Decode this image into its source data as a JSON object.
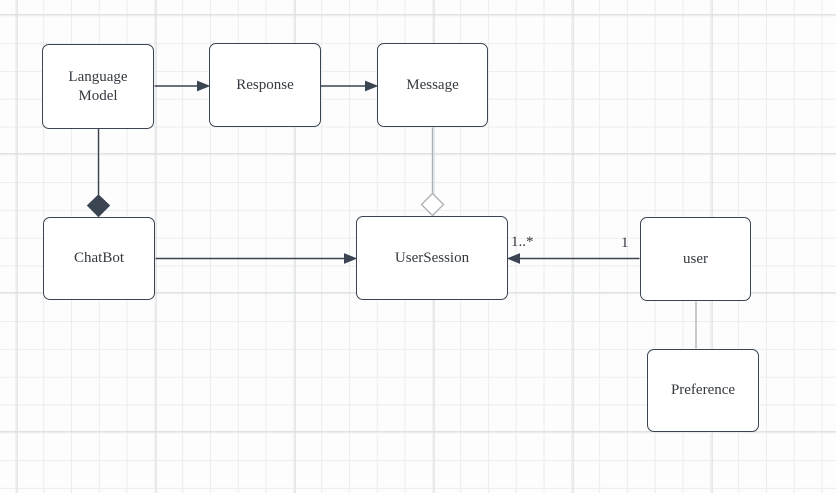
{
  "diagram": {
    "colors": {
      "canvas_bg": "#fdfdfd",
      "grid_minor": "#ebedee",
      "grid_major": "#dadde0",
      "node_border": "#3a4551",
      "node_fill": "#ffffff",
      "edge_dark": "#3a4551",
      "edge_light": "#aeb3b8",
      "text": "#343a40"
    },
    "nodes": [
      {
        "id": "language-model",
        "label": "Language\nModel"
      },
      {
        "id": "response",
        "label": "Response"
      },
      {
        "id": "message",
        "label": "Message"
      },
      {
        "id": "chatbot",
        "label": "ChatBot"
      },
      {
        "id": "user-session",
        "label": "UserSession"
      },
      {
        "id": "user",
        "label": "user"
      },
      {
        "id": "preference",
        "label": "Preference"
      }
    ],
    "edges": [
      {
        "from": "language-model",
        "to": "response",
        "type": "directed-arrow"
      },
      {
        "from": "response",
        "to": "message",
        "type": "directed-arrow"
      },
      {
        "from": "language-model",
        "to": "chatbot",
        "type": "composition-filled-diamond"
      },
      {
        "from": "message",
        "to": "user-session",
        "type": "aggregation-hollow-diamond"
      },
      {
        "from": "chatbot",
        "to": "user-session",
        "type": "directed-arrow"
      },
      {
        "from": "user",
        "to": "user-session",
        "type": "directed-arrow",
        "source_multiplicity": "1",
        "target_multiplicity": "1..*"
      },
      {
        "from": "user",
        "to": "preference",
        "type": "plain-line"
      }
    ]
  }
}
